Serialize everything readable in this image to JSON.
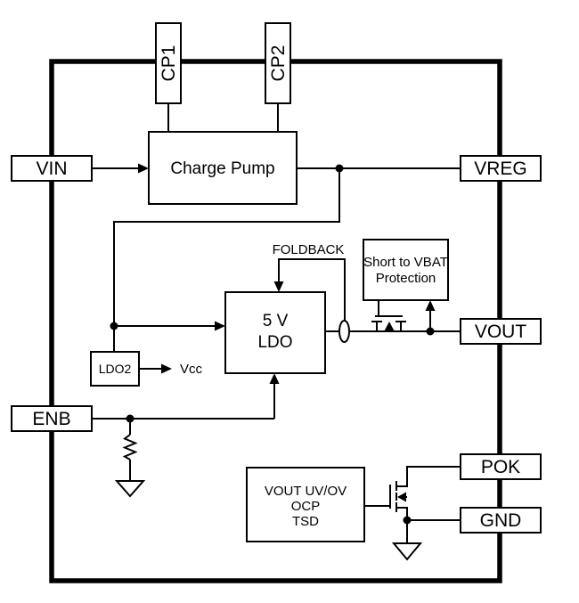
{
  "pins": {
    "cp1": "CP1",
    "cp2": "CP2",
    "vin": "VIN",
    "vreg": "VREG",
    "enb": "ENB",
    "vout": "VOUT",
    "pok": "POK",
    "gnd": "GND"
  },
  "blocks": {
    "charge_pump": "Charge Pump",
    "ldo_line1": "5 V",
    "ldo_line2": "LDO",
    "ldo2": "LDO2",
    "short_vbat_line1": "Short to VBAT",
    "short_vbat_line2": "Protection",
    "protection_line1": "VOUT UV/OV",
    "protection_line2": "OCP",
    "protection_line3": "TSD"
  },
  "labels": {
    "foldback": "FOLDBACK",
    "vcc": "Vcc"
  },
  "colors": {
    "line": "#000000",
    "background": "#ffffff"
  }
}
